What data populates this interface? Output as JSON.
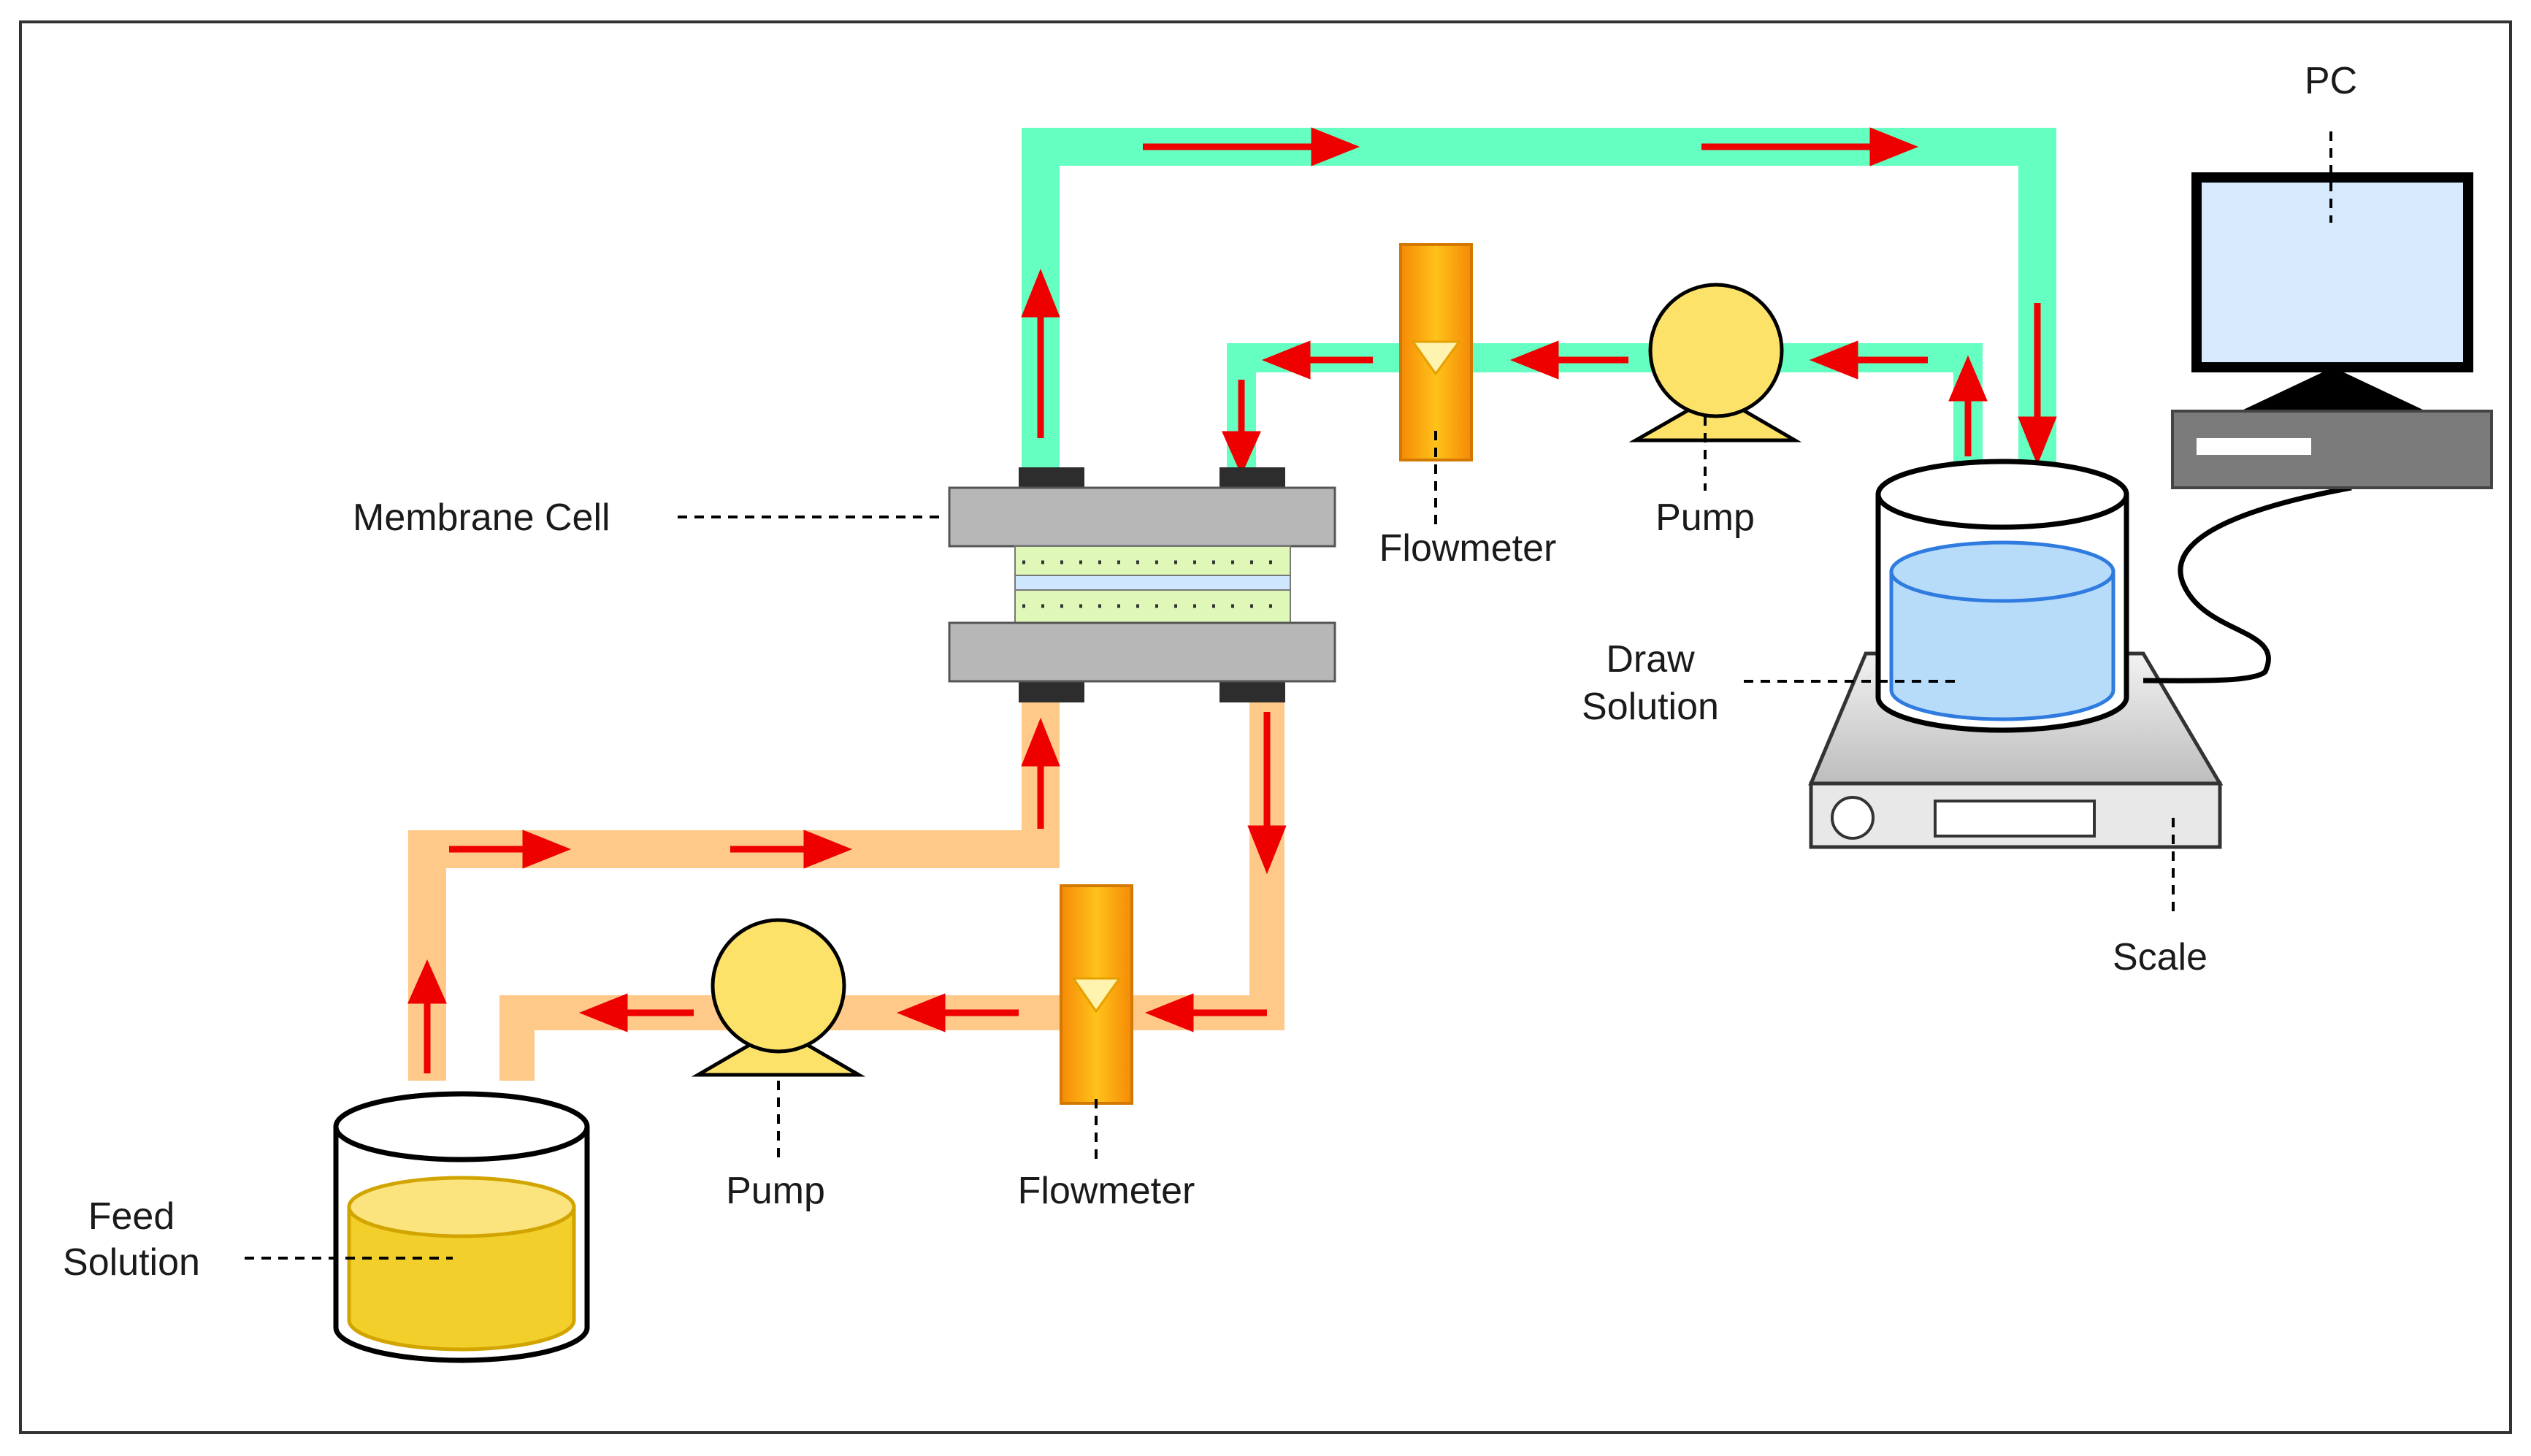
{
  "labels": {
    "pc": "PC",
    "membrane_cell": "Membrane Cell",
    "flowmeter_draw": "Flowmeter",
    "pump_draw": "Pump",
    "draw_solution_line1": "Draw",
    "draw_solution_line2": "Solution",
    "scale": "Scale",
    "feed_solution_line1": "Feed",
    "feed_solution_line2": "Solution",
    "pump_feed": "Pump",
    "flowmeter_feed": "Flowmeter"
  },
  "colors": {
    "draw_loop_pipe": "#66ffc2",
    "feed_loop_pipe": "#ffc98a",
    "flow_arrow": "#ee0000",
    "pump_body": "#fde26a",
    "flowmeter_body": "#f7a817",
    "draw_liquid": "#b7dcfa",
    "feed_liquid": "#f2cf2a",
    "membrane_plate": "#b7b7b7",
    "membrane_layer": "#dff8b8",
    "monitor_screen": "#d6e9fd",
    "computer_case": "#7b7b7b"
  },
  "icons": {
    "pump": "peristaltic-pump-icon",
    "flowmeter": "flowmeter-icon",
    "tank": "beaker-icon",
    "computer": "computer-icon",
    "scale": "balance-scale-icon"
  }
}
